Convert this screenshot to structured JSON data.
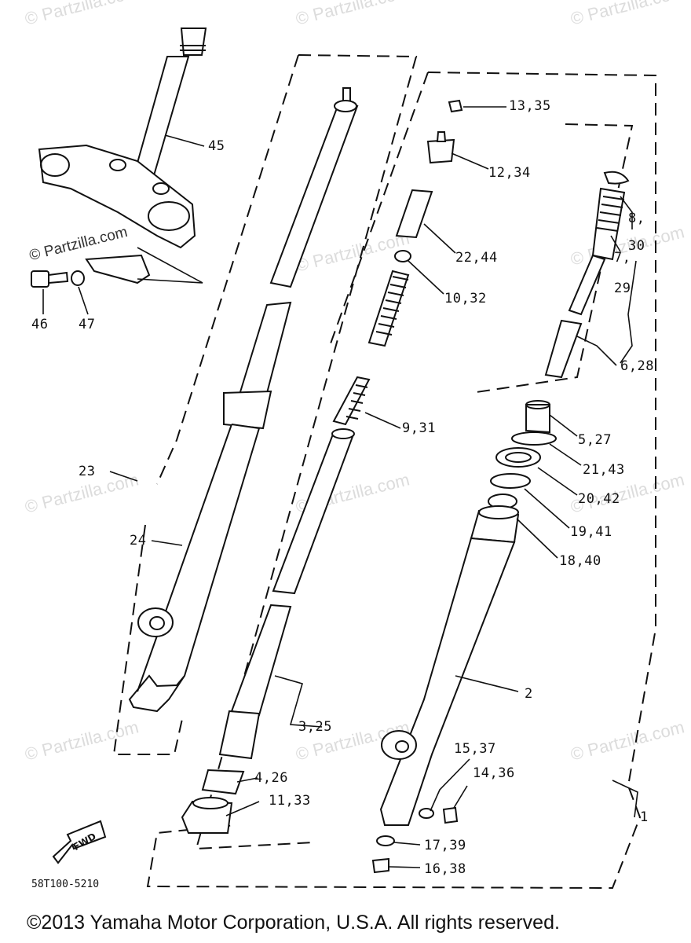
{
  "labels": {
    "p45": "45",
    "p46": "46",
    "p47": "47",
    "p23": "23",
    "p24": "24",
    "p13_35": "13,35",
    "p12_34": "12,34",
    "p22_44": "22,44",
    "p10_32": "10,32",
    "p9_31": "9,31",
    "p3_25": "3,25",
    "p4_26": "4,26",
    "p11_33": "11,33",
    "p8": "8,",
    "p30": "30",
    "p7": "7,",
    "p29": "29",
    "p6_28": "6,28",
    "p5_27": "5,27",
    "p21_43": "21,43",
    "p20_42": "20,42",
    "p19_41": "19,41",
    "p18_40": "18,40",
    "p2": "2",
    "p15_37": "15,37",
    "p14_36": "14,36",
    "p17_39": "17,39",
    "p16_38": "16,38",
    "p1": "1"
  },
  "diagram_code": "58T100-5210",
  "fwd_label": "FWD",
  "watermark": "© Partzilla.com",
  "copyright": "©2013 Yamaha Motor Corporation, U.S.A. All rights reserved."
}
